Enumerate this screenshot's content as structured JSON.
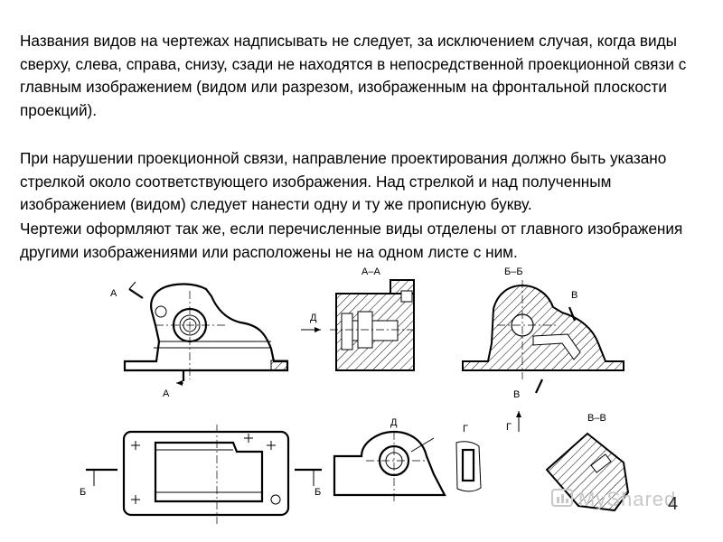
{
  "paragraphs": [
    "Названия видов на чертежах надписывать не следует, за исключением случая, когда виды сверху, слева, справа, снизу, сзади не находятся в непосредственной проекционной связи с главным изображением (видом или разрезом, изображенным на фронтальной плоскости проекций).",
    "При нарушении проекционной связи, направление проектирования должно быть указано стрелкой около соответствующего изображения. Над стрелкой и над полученным изображением (видом) следует нанести одну и ту же прописную букву.",
    "Чертежи оформляют так же, если перечисленные виды отделены от главного изображения другими изображениями или расположены не на одном листе с ним."
  ],
  "labels": {
    "a": "А",
    "a_a": "А–А",
    "b_b": "Б–Б",
    "v": "В",
    "v_v": "В–В",
    "d": "Д",
    "g": "Г",
    "b": "Б"
  },
  "page_number": "4",
  "watermark": "MyShared"
}
